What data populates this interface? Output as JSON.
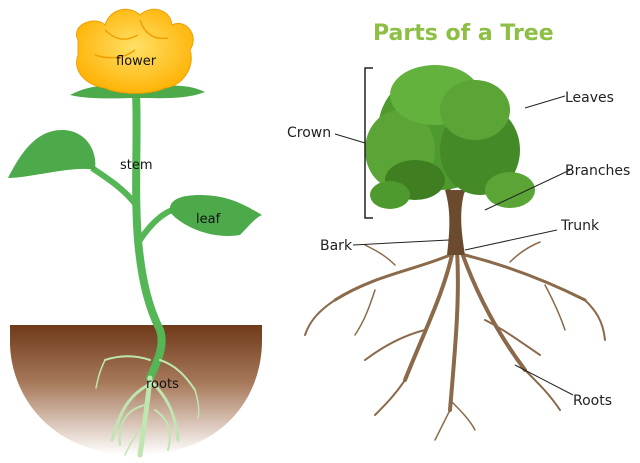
{
  "plant": {
    "labels": {
      "flower": "flower",
      "stem": "stem",
      "leaf": "leaf",
      "roots": "roots"
    }
  },
  "tree": {
    "title": "Parts of a Tree",
    "labels": {
      "crown": "Crown",
      "leaves": "Leaves",
      "branches": "Branches",
      "trunk": "Trunk",
      "bark": "Bark",
      "roots": "Roots"
    }
  },
  "colors": {
    "title": "#8dbf45",
    "flower": "#ffc21a",
    "leaf": "#4caa4a",
    "stem": "#55b655",
    "soil_top": "#6e3a1a",
    "soil_bottom": "#ffffff",
    "root_plant": "#bfe6b0",
    "tree_crown": "#4f9a2e",
    "tree_root": "#8a6a4a"
  }
}
